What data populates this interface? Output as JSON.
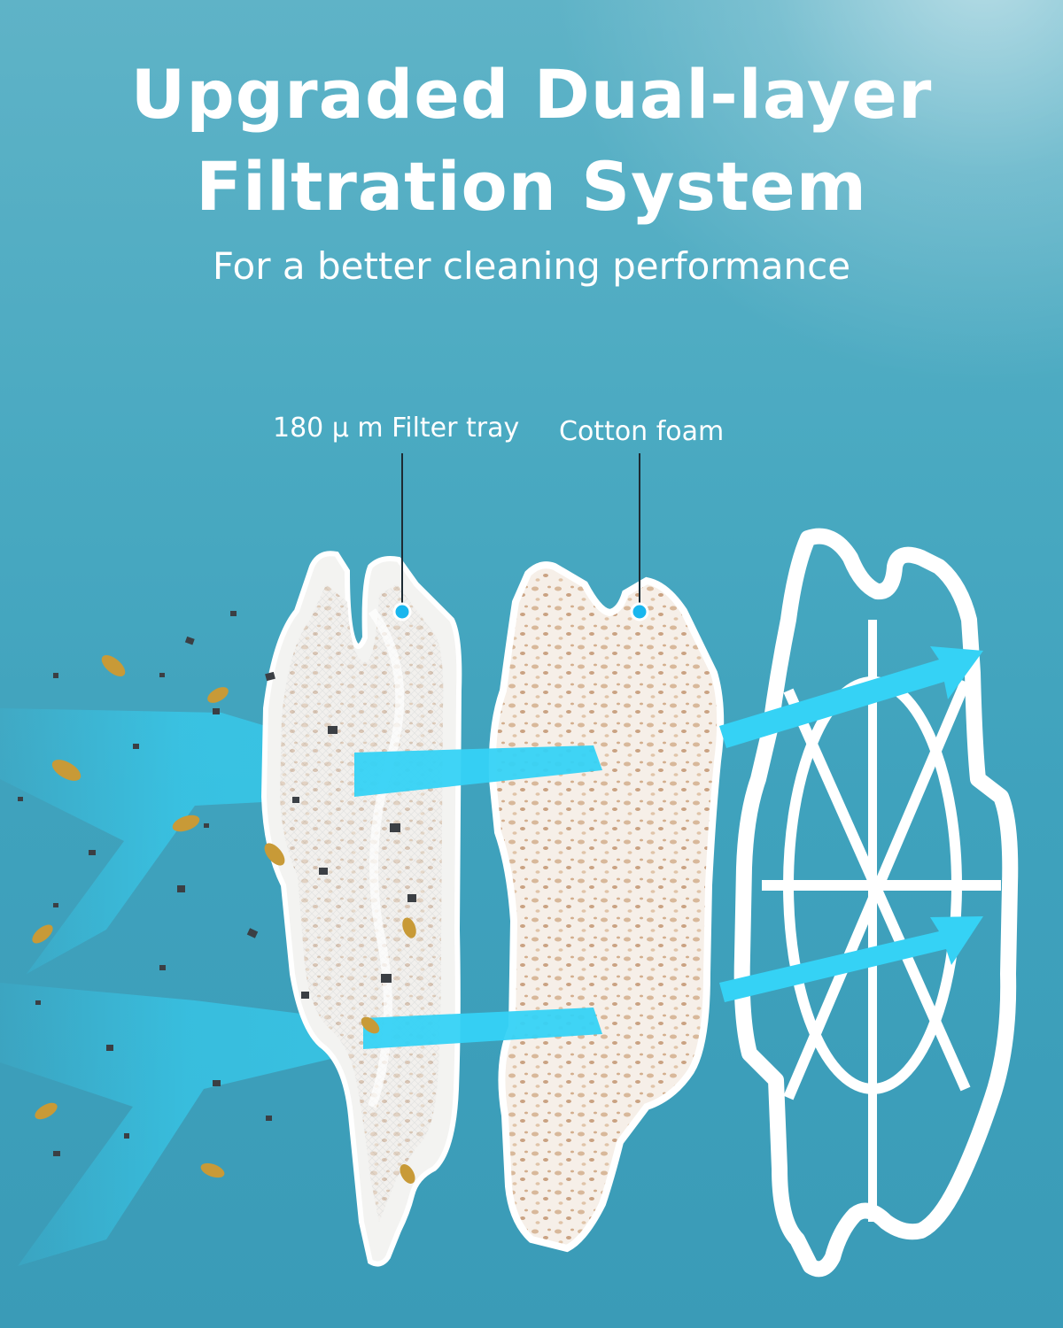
{
  "header": {
    "title_line1": "Upgraded Dual-layer",
    "title_line2": "Filtration System",
    "subtitle": "For a better cleaning performance"
  },
  "callouts": {
    "filter_tray": "180 μ m Filter tray",
    "cotton_foam": "Cotton foam"
  },
  "colors": {
    "background": "#45a5bf",
    "text": "#ffffff",
    "airflow": "#35d2f5",
    "marker": "#19b6ee",
    "leader_line": "#1d2b33",
    "debris": "#3b3f44",
    "leaf": "#c89a37",
    "foam_speckle": "#c79f78"
  }
}
